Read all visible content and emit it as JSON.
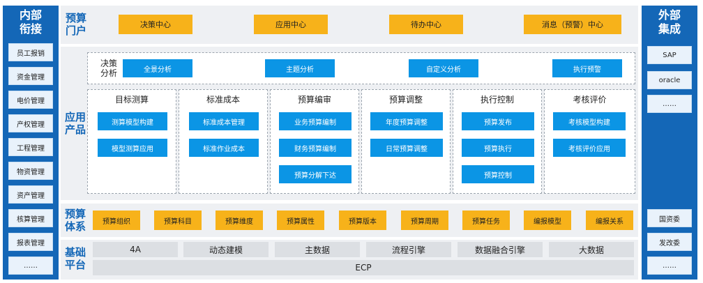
{
  "left_panel": {
    "title_line1": "内部",
    "title_line2": "衔接",
    "items": [
      "员工报销",
      "资金管理",
      "电价管理",
      "产权管理",
      "工程管理",
      "物资管理",
      "资产管理",
      "核算管理",
      "报表管理",
      "……"
    ]
  },
  "right_panel": {
    "title_line1": "外部",
    "title_line2": "集成",
    "top_items": [
      "SAP",
      "oracle",
      "……"
    ],
    "bottom_items": [
      "国资委",
      "发改委",
      "……"
    ]
  },
  "portal": {
    "label_line1": "预算",
    "label_line2": "门户",
    "items": [
      "决策中心",
      "应用中心",
      "待办中心",
      "消息（预警）中心"
    ]
  },
  "products": {
    "label_line1": "应用",
    "label_line2": "产品",
    "decision": {
      "label_line1": "决策",
      "label_line2": "分析",
      "items": [
        "全景分析",
        "主题分析",
        "自定义分析",
        "执行预警"
      ]
    },
    "columns": [
      {
        "title": "目标测算",
        "items": [
          "测算模型构建",
          "模型测算应用"
        ]
      },
      {
        "title": "标准成本",
        "items": [
          "标准成本管理",
          "标准作业成本"
        ]
      },
      {
        "title": "预算编审",
        "items": [
          "业务预算编制",
          "财务预算编制",
          "预算分解下达"
        ]
      },
      {
        "title": "预算调整",
        "items": [
          "年度预算调整",
          "日常预算调整"
        ]
      },
      {
        "title": "执行控制",
        "items": [
          "预算发布",
          "预算执行",
          "预算控制"
        ]
      },
      {
        "title": "考核评价",
        "items": [
          "考核模型构建",
          "考核评价应用"
        ]
      }
    ]
  },
  "system": {
    "label_line1": "预算",
    "label_line2": "体系",
    "items": [
      "预算组织",
      "预算科目",
      "预算维度",
      "预算属性",
      "预算版本",
      "预算周期",
      "预算任务",
      "编报模型",
      "编报关系"
    ]
  },
  "platform": {
    "label_line1": "基础",
    "label_line2": "平台",
    "items": [
      "4A",
      "动态建模",
      "主数据",
      "流程引擎",
      "数据融合引擎",
      "大数据"
    ],
    "ecp": "ECP"
  },
  "colors": {
    "side_blue": "#1467b7",
    "yellow": "#f7b21a",
    "product_blue": "#0b95e5",
    "section_bg": "#eef0f3",
    "gray_box": "#dcdfe3"
  }
}
